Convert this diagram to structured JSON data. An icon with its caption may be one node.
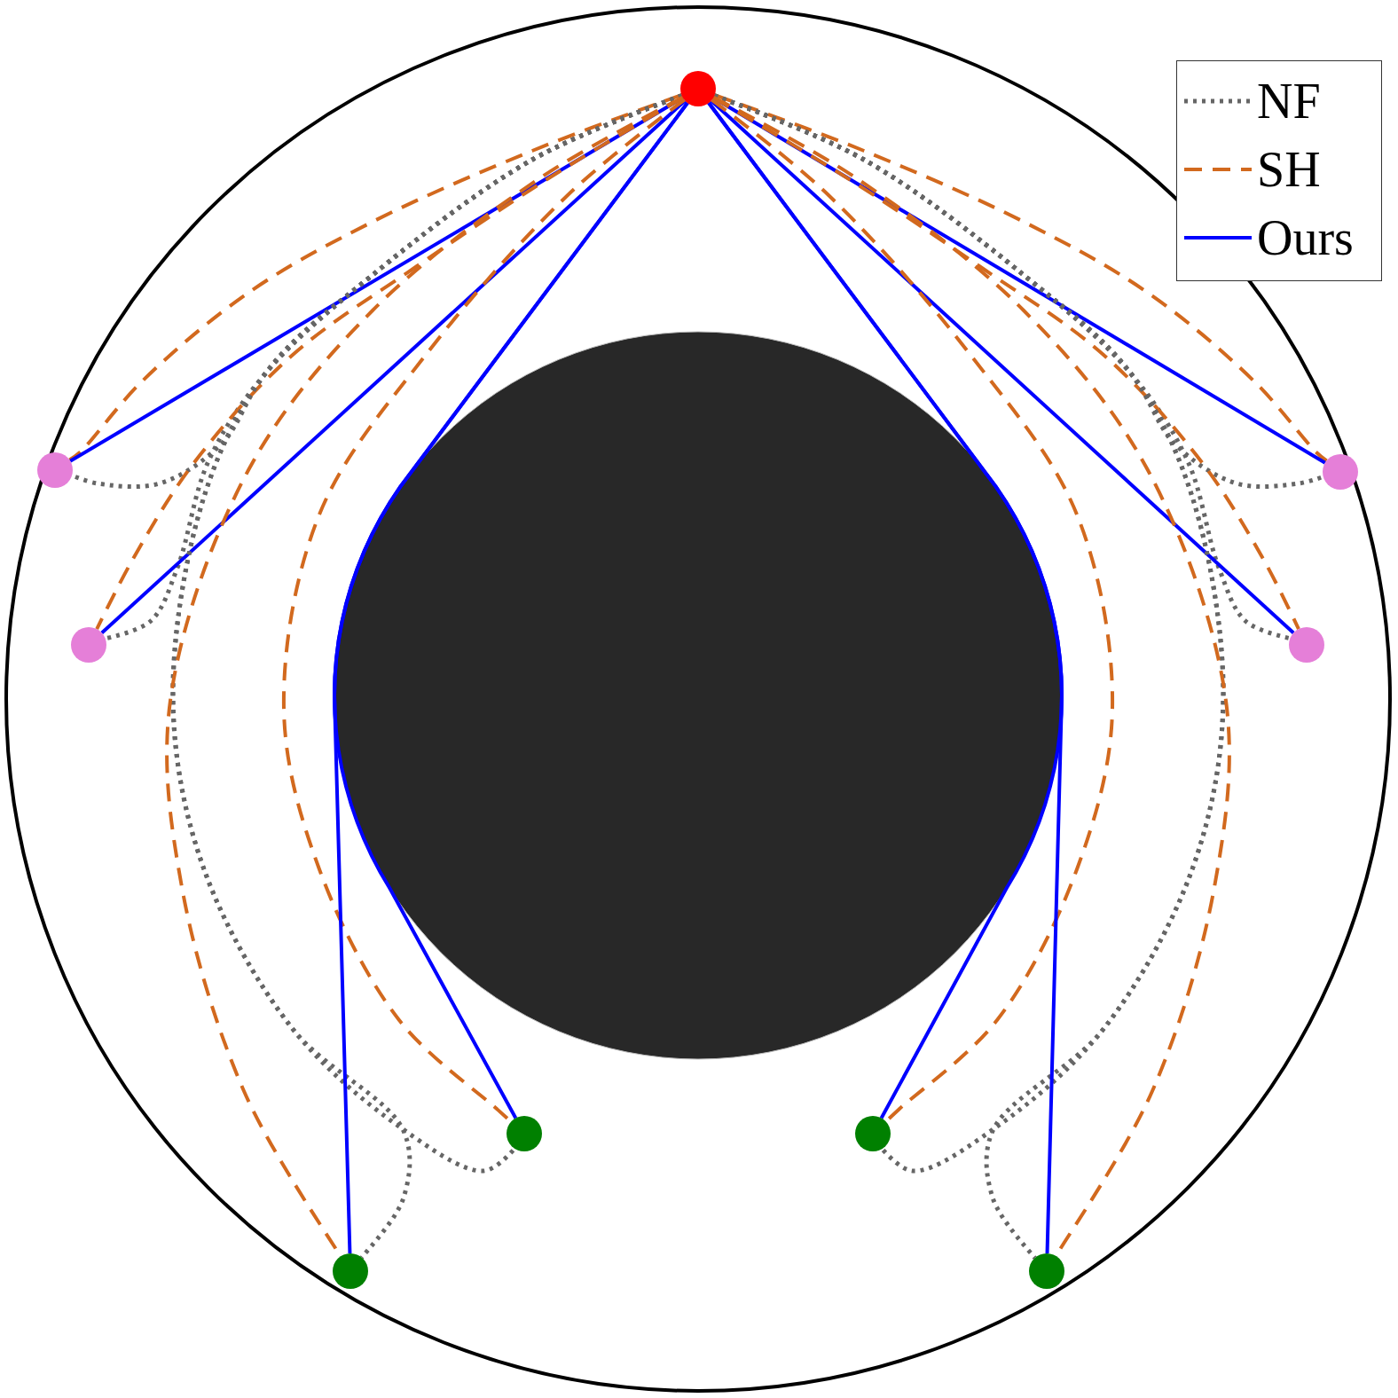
{
  "diagram": {
    "nodes": [
      {
        "text": [],
        "shape": "circle"
      },
      {
        "text": [],
        "shape": "circle"
      },
      {
        "text": [],
        "shape": "circle"
      },
      {
        "text": [],
        "shape": "circle"
      },
      {
        "text": [],
        "shape": "circle"
      },
      {
        "text": [],
        "shape": "circle"
      },
      {
        "text": [],
        "shape": "circle"
      },
      {
        "text": [],
        "shape": "circle"
      },
      {
        "text": [],
        "shape": "circle"
      }
    ],
    "edges": [
      {
        "from": 0,
        "to": 1,
        "arrow": "none",
        "style": "dashed",
        "color": "#666666"
      },
      {
        "from": 0,
        "to": 1,
        "arrow": "none",
        "style": "dashed",
        "color": "#d2691e"
      },
      {
        "from": 0,
        "to": 1,
        "arrow": "none",
        "color": "#0000ff"
      },
      {
        "from": 0,
        "to": 2,
        "arrow": "none",
        "style": "dashed",
        "color": "#666666"
      },
      {
        "from": 0,
        "to": 2,
        "arrow": "none",
        "style": "dashed",
        "color": "#d2691e"
      },
      {
        "from": 0,
        "to": 2,
        "arrow": "none",
        "color": "#0000ff"
      },
      {
        "from": 0,
        "to": 3,
        "arrow": "none",
        "style": "dashed",
        "color": "#666666"
      },
      {
        "from": 0,
        "to": 3,
        "arrow": "none",
        "style": "dashed",
        "color": "#d2691e"
      },
      {
        "from": 0,
        "to": 3,
        "arrow": "none",
        "color": "#0000ff"
      },
      {
        "from": 0,
        "to": 4,
        "arrow": "none",
        "style": "dashed",
        "color": "#666666"
      },
      {
        "from": 0,
        "to": 4,
        "arrow": "none",
        "style": "dashed",
        "color": "#d2691e"
      },
      {
        "from": 0,
        "to": 4,
        "arrow": "none",
        "color": "#0000ff"
      },
      {
        "from": 0,
        "to": 5,
        "arrow": "none",
        "style": "dashed",
        "color": "#666666"
      },
      {
        "from": 0,
        "to": 5,
        "arrow": "none",
        "style": "dashed",
        "color": "#d2691e"
      },
      {
        "from": 0,
        "to": 5,
        "arrow": "none",
        "color": "#0000ff"
      },
      {
        "from": 0,
        "to": 6,
        "arrow": "none",
        "style": "dashed",
        "color": "#666666"
      },
      {
        "from": 0,
        "to": 6,
        "arrow": "none",
        "style": "dashed",
        "color": "#d2691e"
      },
      {
        "from": 0,
        "to": 6,
        "arrow": "none",
        "color": "#0000ff"
      },
      {
        "from": 0,
        "to": 7,
        "arrow": "none",
        "style": "dashed",
        "color": "#666666"
      },
      {
        "from": 0,
        "to": 7,
        "arrow": "none",
        "style": "dashed",
        "color": "#d2691e"
      },
      {
        "from": 0,
        "to": 7,
        "arrow": "none",
        "color": "#0000ff"
      },
      {
        "from": 0,
        "to": 8,
        "arrow": "none",
        "style": "dashed",
        "color": "#666666"
      },
      {
        "from": 0,
        "to": 8,
        "arrow": "none",
        "style": "dashed",
        "color": "#d2691e"
      },
      {
        "from": 0,
        "to": 8,
        "arrow": "none",
        "color": "#0000ff"
      }
    ],
    "legend": [
      {
        "text": "NF"
      },
      {
        "text": "SH"
      },
      {
        "text": "Ours"
      }
    ]
  }
}
